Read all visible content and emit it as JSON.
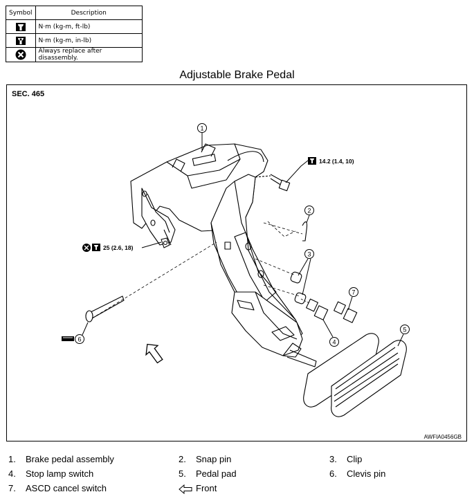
{
  "symbol_table": {
    "headers": [
      "Symbol",
      "Description"
    ],
    "rows": [
      {
        "icon": "torque-wrench-ft-lb-icon",
        "description": "N·m (kg-m, ft-lb)"
      },
      {
        "icon": "torque-wrench-in-lb-icon",
        "description": "N·m (kg-m, in-lb)"
      },
      {
        "icon": "always-replace-icon",
        "description": "Always replace after disassembly."
      }
    ]
  },
  "figure": {
    "title": "Adjustable Brake Pedal",
    "section": "SEC. 465",
    "figure_id": "AWFIA0456GB",
    "torque_upper": "14.2 (1.4, 10)",
    "torque_lower": "25 (2.6, 18)",
    "callouts": [
      "1",
      "2",
      "3",
      "4",
      "5",
      "6",
      "7"
    ]
  },
  "legend": [
    {
      "num": "1.",
      "text": "Brake pedal assembly"
    },
    {
      "num": "2.",
      "text": "Snap pin"
    },
    {
      "num": "3.",
      "text": "Clip"
    },
    {
      "num": "4.",
      "text": "Stop lamp switch"
    },
    {
      "num": "5.",
      "text": "Pedal pad"
    },
    {
      "num": "6.",
      "text": "Clevis pin"
    },
    {
      "num": "7.",
      "text": "ASCD cancel switch"
    },
    {
      "num": "",
      "text": "Front",
      "icon": "front-arrow-icon"
    }
  ]
}
